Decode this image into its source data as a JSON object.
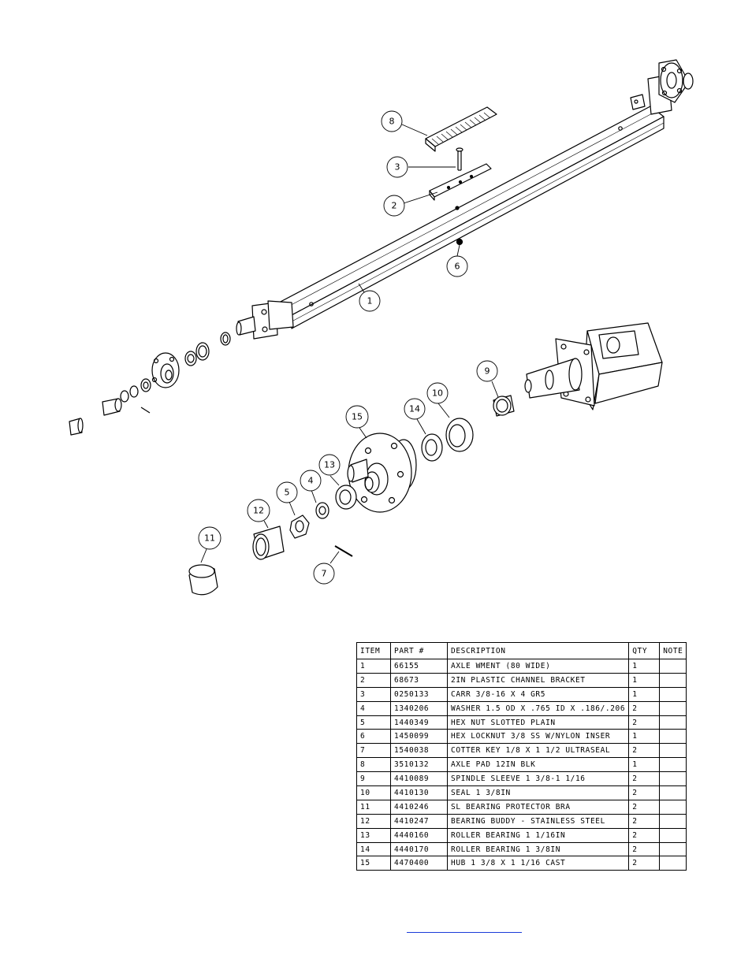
{
  "callouts": [
    "8",
    "3",
    "2",
    "6",
    "1",
    "9",
    "10",
    "14",
    "15",
    "13",
    "4",
    "5",
    "12",
    "11",
    "7"
  ],
  "bom": {
    "headers": [
      "ITEM",
      "PART #",
      "DESCRIPTION",
      "QTY",
      "NOTE"
    ],
    "rows": [
      [
        "1",
        "66155",
        "AXLE WMENT (80 WIDE)",
        "1",
        ""
      ],
      [
        "2",
        "68673",
        "2IN PLASTIC CHANNEL BRACKET",
        "1",
        ""
      ],
      [
        "3",
        "0250133",
        "CARR 3/8-16 X 4 GR5",
        "1",
        ""
      ],
      [
        "4",
        "1340206",
        "WASHER 1.5 OD X .765 ID X .186/.206",
        "2",
        ""
      ],
      [
        "5",
        "1440349",
        "HEX NUT SLOTTED PLAIN",
        "2",
        ""
      ],
      [
        "6",
        "1450099",
        "HEX LOCKNUT 3/8 SS W/NYLON INSER",
        "1",
        ""
      ],
      [
        "7",
        "1540038",
        "COTTER KEY 1/8 X 1 1/2 ULTRASEAL",
        "2",
        ""
      ],
      [
        "8",
        "3510132",
        "AXLE PAD 12IN  BLK",
        "1",
        ""
      ],
      [
        "9",
        "4410089",
        "SPINDLE SLEEVE  1 3/8-1 1/16",
        "2",
        ""
      ],
      [
        "10",
        "4410130",
        "SEAL  1 3/8IN",
        "2",
        ""
      ],
      [
        "11",
        "4410246",
        "SL BEARING PROTECTOR BRA",
        "2",
        ""
      ],
      [
        "12",
        "4410247",
        "BEARING BUDDY - STAINLESS STEEL",
        "2",
        ""
      ],
      [
        "13",
        "4440160",
        "ROLLER BEARING   1 1/16IN",
        "2",
        ""
      ],
      [
        "14",
        "4440170",
        "ROLLER BEARING   1 3/8IN",
        "2",
        ""
      ],
      [
        "15",
        "4470400",
        "HUB   1 3/8 X 1 1/16 CAST",
        "2",
        ""
      ]
    ]
  }
}
